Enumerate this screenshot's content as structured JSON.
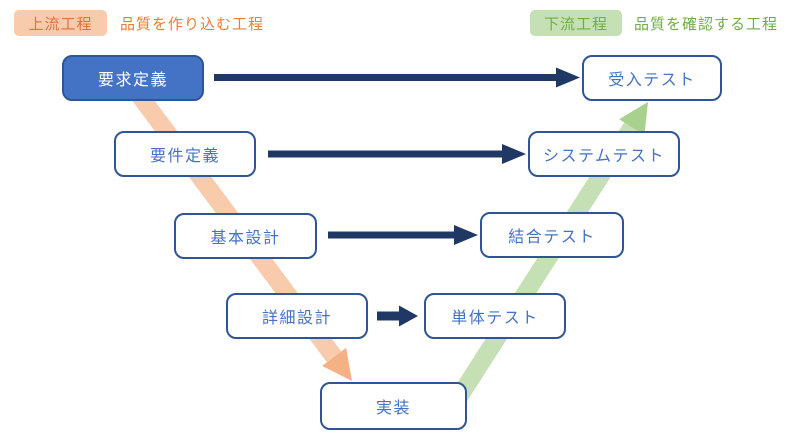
{
  "header": {
    "upstream_badge": "上流工程",
    "upstream_description": "品質を作り込む工程",
    "downstream_badge": "下流工程",
    "downstream_description": "品質を確認する工程"
  },
  "phases": {
    "left": [
      {
        "label": "要求定義",
        "style": "filled"
      },
      {
        "label": "要件定義",
        "style": "outline"
      },
      {
        "label": "基本設計",
        "style": "outline"
      },
      {
        "label": "詳細設計",
        "style": "outline"
      }
    ],
    "bottom": {
      "label": "実装",
      "style": "outline"
    },
    "right": [
      {
        "label": "受入テスト",
        "style": "outline"
      },
      {
        "label": "システムテスト",
        "style": "outline"
      },
      {
        "label": "結合テスト",
        "style": "outline"
      },
      {
        "label": "単体テスト",
        "style": "outline"
      }
    ]
  },
  "connections": [
    {
      "from": "要求定義",
      "to": "受入テスト"
    },
    {
      "from": "要件定義",
      "to": "システムテスト"
    },
    {
      "from": "基本設計",
      "to": "結合テスト"
    },
    {
      "from": "詳細設計",
      "to": "単体テスト"
    }
  ],
  "colors": {
    "box_fill_accent": "#4472C4",
    "box_border": "#2F5597",
    "box_text": "#4472C4",
    "connector_arrow": "#1F3864",
    "upstream_band": "#F8CBAD",
    "upstream_arrowhead": "#F4B183",
    "upstream_text": "#ED7D31",
    "downstream_band": "#C5E0B4",
    "downstream_arrowhead": "#A9D18E",
    "downstream_text": "#70AD47"
  }
}
